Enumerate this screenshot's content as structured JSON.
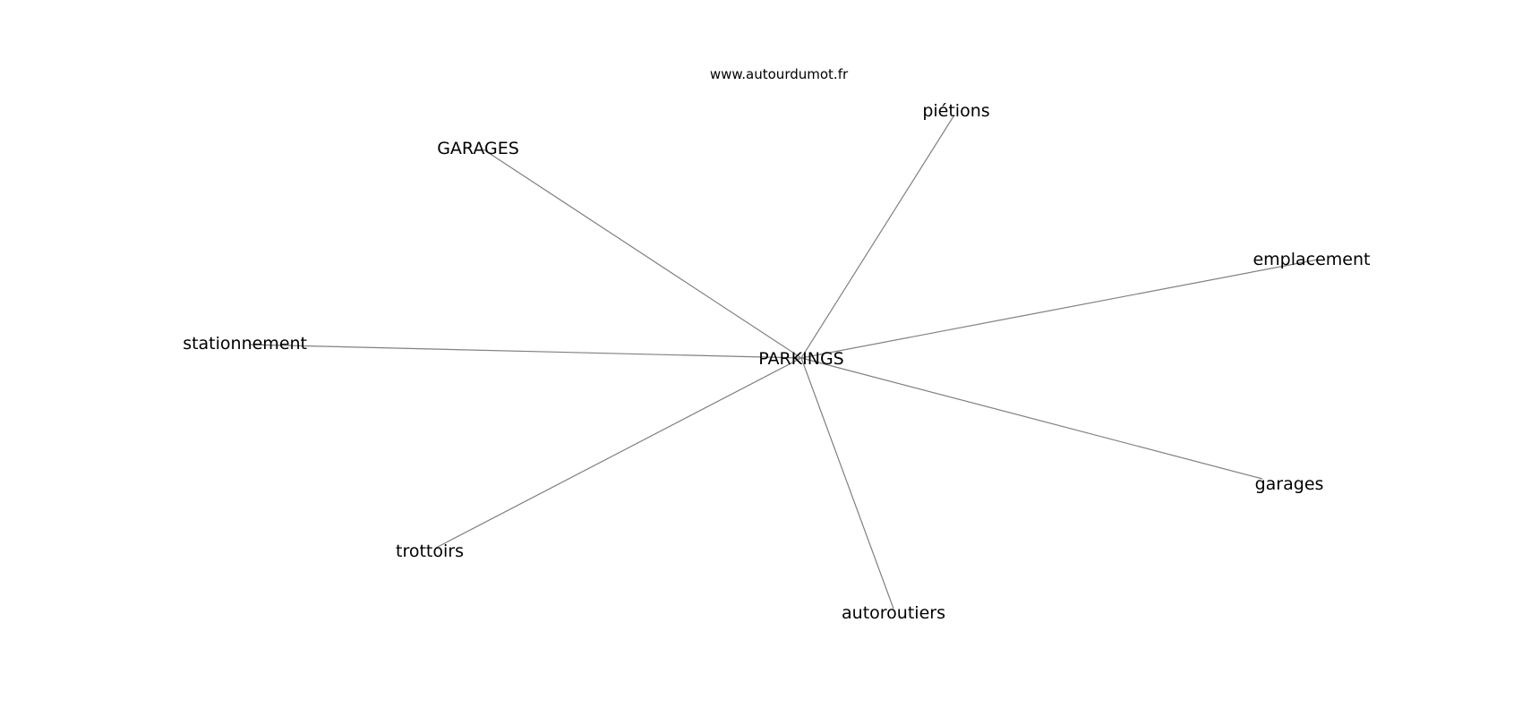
{
  "source_url": "www.autourdumot.fr",
  "center_word": "PARKINGS",
  "related_words": [
    "GARAGES",
    "piétions",
    "emplacement",
    "stationnement",
    "garages",
    "trottoirs",
    "autoroutiers"
  ],
  "colors": {
    "edge": "#808080",
    "text": "#000000",
    "background": "#ffffff"
  }
}
